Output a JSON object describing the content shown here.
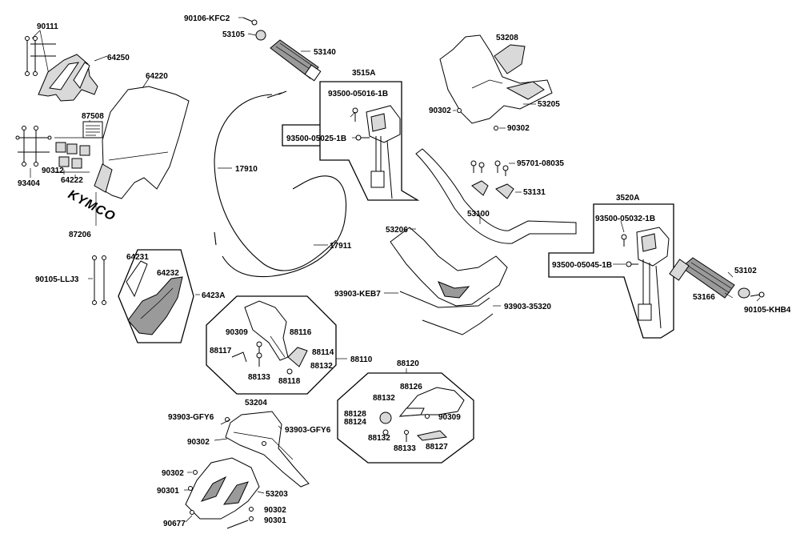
{
  "labels": {
    "p90106": "90106-KFC2",
    "p53105": "53105",
    "p53140": "53140",
    "p90111": "90111",
    "p64250": "64250",
    "p64220": "64220",
    "p87508": "87508",
    "p90312": "90312",
    "p64222": "64222",
    "p93404": "93404",
    "p87206": "87206",
    "p17910": "17910",
    "p17911": "17911",
    "p3515A": "3515A",
    "p93500_05016": "93500-05016-1B",
    "p93500_05025": "93500-05025-1B",
    "p53208": "53208",
    "p90302a": "90302",
    "p53205": "53205",
    "p90302b": "90302",
    "p95701": "95701-08035",
    "p53131": "53131",
    "p53100": "53100",
    "p53206": "53206",
    "p3520A": "3520A",
    "p93500_05032": "93500-05032-1B",
    "p93500_05045": "93500-05045-1B",
    "p53102": "53102",
    "p53166": "53166",
    "p90105_KHB4": "90105-KHB4",
    "p90105_LLJ3": "90105-LLJ3",
    "p64231": "64231",
    "p64232": "64232",
    "p6423A": "6423A",
    "p93903_KEB7": "93903-KEB7",
    "p93903_35320": "93903-35320",
    "p90309a": "90309",
    "p88116": "88116",
    "p88117": "88117",
    "p88114": "88114",
    "p88110": "88110",
    "p88132a": "88132",
    "p88133a": "88133",
    "p88118": "88118",
    "p88120": "88120",
    "p88126": "88126",
    "p88132b": "88132",
    "p88128": "88128",
    "p88124": "88124",
    "p90309b": "90309",
    "p88132c": "88132",
    "p88133b": "88133",
    "p88127": "88127",
    "p53204": "53204",
    "p93903_GFY6a": "93903-GFY6",
    "p93903_GFY6b": "93903-GFY6",
    "p90302c": "90302",
    "p90302d": "90302",
    "p90301a": "90301",
    "p53203": "53203",
    "p90302e": "90302",
    "p90677": "90677",
    "p90301b": "90301"
  },
  "branding": {
    "logo_text": "KYMCO"
  }
}
